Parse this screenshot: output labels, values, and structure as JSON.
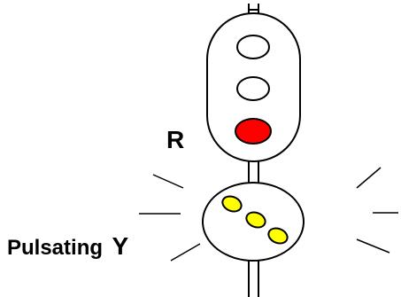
{
  "labels": {
    "main_aspect": "R",
    "lower_aspect_prefix": "Pulsating",
    "lower_aspect_letter": "Y"
  },
  "colors": {
    "red_lamp": "#ff0000",
    "yellow_lamp": "#ffff00",
    "unlit_lamp": "#ffffff",
    "outline": "#000000"
  },
  "upper_head": {
    "lamps": [
      {
        "name": "top",
        "state": "unlit"
      },
      {
        "name": "middle",
        "state": "unlit"
      },
      {
        "name": "bottom",
        "state": "red"
      }
    ]
  },
  "lower_head": {
    "lamps": [
      {
        "name": "1",
        "state": "yellow"
      },
      {
        "name": "2",
        "state": "yellow"
      },
      {
        "name": "3",
        "state": "yellow"
      }
    ],
    "pulsating": true
  }
}
